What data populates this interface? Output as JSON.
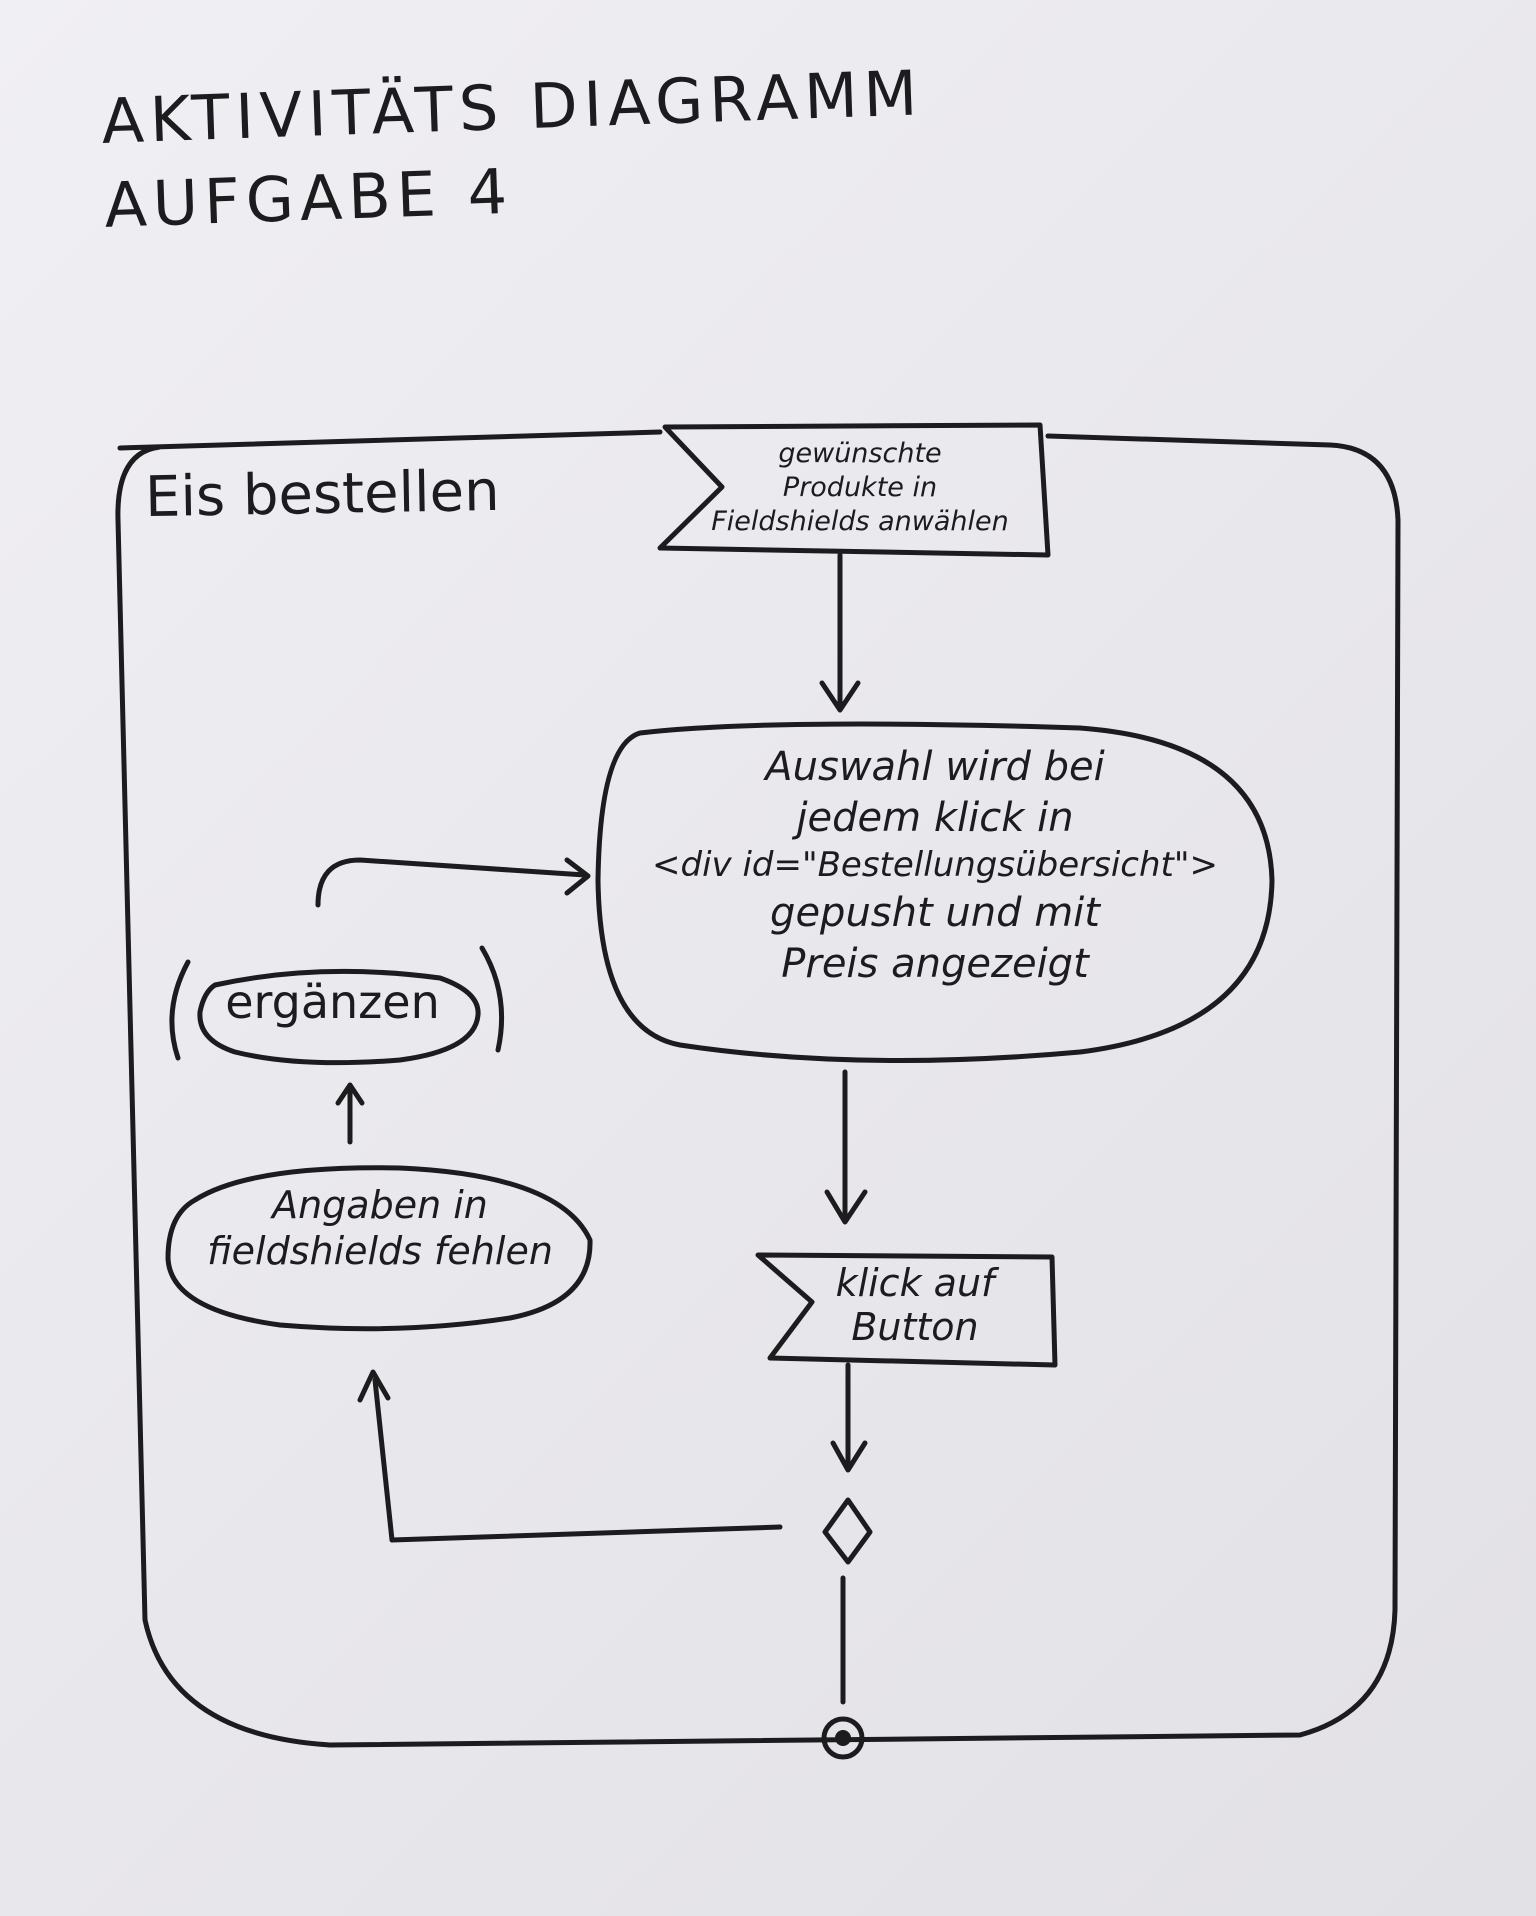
{
  "title": {
    "line1": "AKTIVITÄTS DIAGRAMM",
    "line2": "AUFGABE 4"
  },
  "activity": {
    "name": "Eis bestellen"
  },
  "nodes": {
    "signal_select": {
      "line1": "gewünschte",
      "line2": "Produkte in",
      "line3": "Fieldshields anwählen"
    },
    "action_push": {
      "line1": "Auswahl wird bei",
      "line2": "jedem klick in",
      "line3": "<div id=\"Bestellungsübersicht\">",
      "line4": "gepusht und mit",
      "line5": "Preis angezeigt"
    },
    "signal_click": {
      "line1": "klick auf",
      "line2": "Button"
    },
    "action_missing": {
      "line1": "Angaben in",
      "line2": "fieldshields fehlen"
    },
    "action_complete": {
      "label": "ergänzen"
    }
  }
}
